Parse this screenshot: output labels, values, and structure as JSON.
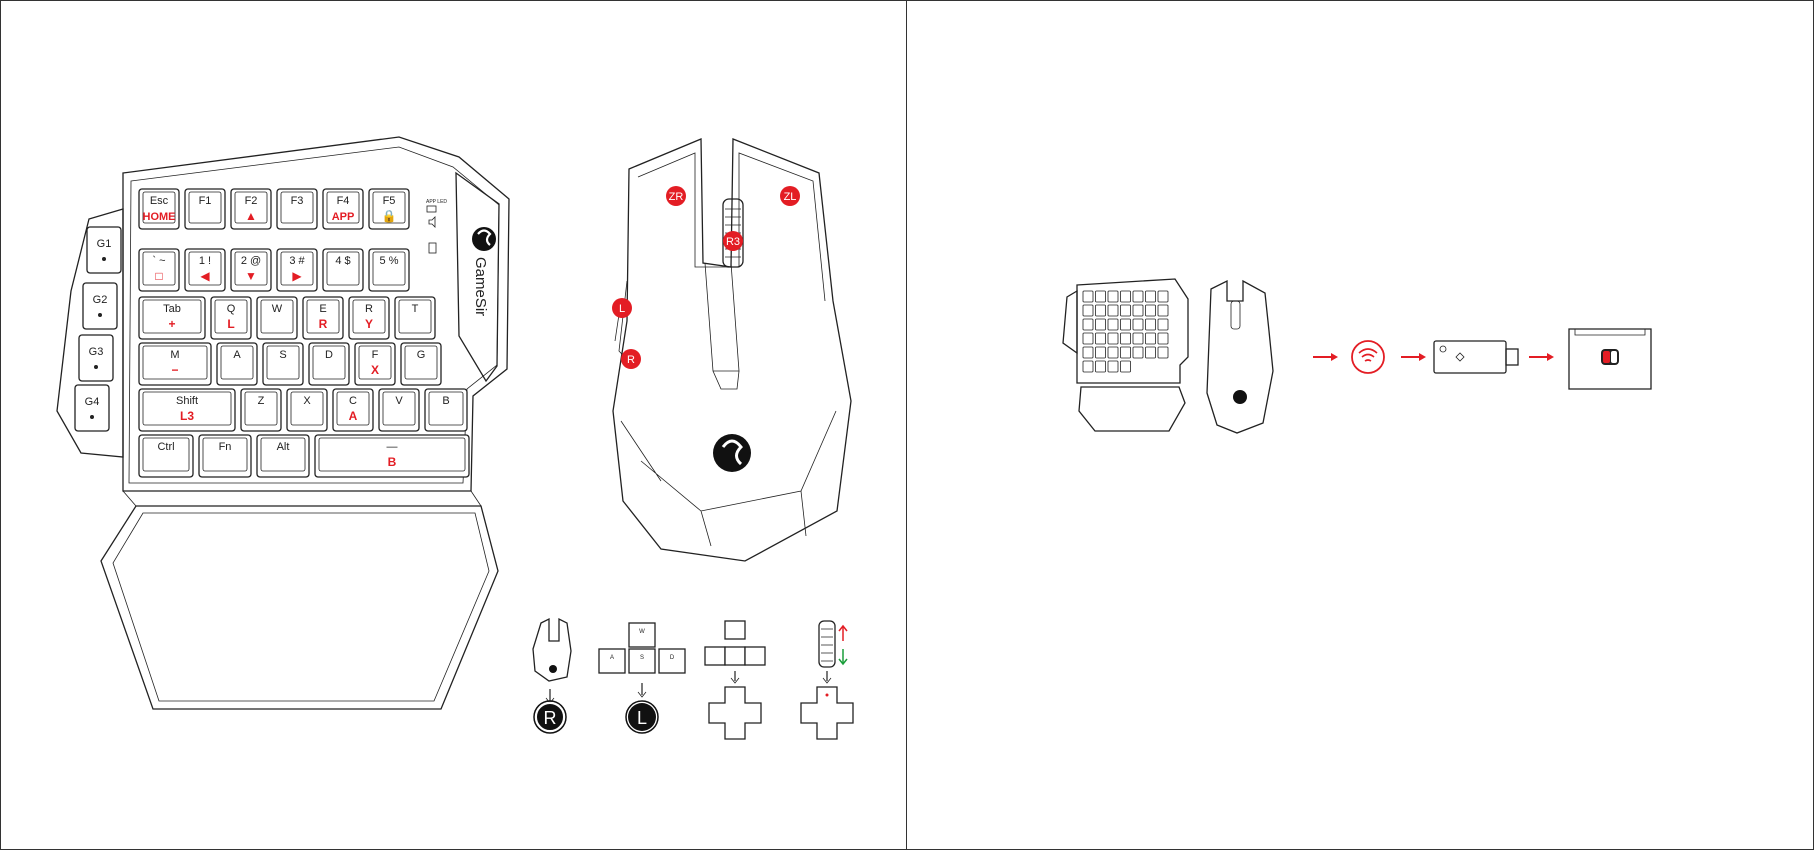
{
  "brand": {
    "name": "GameSir",
    "logo_icon": "gamesir-logo-icon"
  },
  "colors": {
    "accent": "#e31d24",
    "outline": "#222222",
    "arrow_up": "#e31d24",
    "arrow_down": "#1a9e3a"
  },
  "keyboard": {
    "gkeys": [
      {
        "label": "G1",
        "icon": "mouse-icon"
      },
      {
        "label": "G2",
        "icon": "mouse-icon"
      },
      {
        "label": "G3",
        "icon": "sun-icon"
      },
      {
        "label": "G4",
        "icon": "sun-icon"
      }
    ],
    "indicators": [
      "APP LED",
      "volume-icon",
      "battery-icon"
    ],
    "rows": [
      [
        {
          "top": "Esc",
          "mapping": "HOME"
        },
        {
          "top": "F1",
          "mapping": ""
        },
        {
          "top": "F2",
          "mapping": "▲"
        },
        {
          "top": "F3",
          "mapping": ""
        },
        {
          "top": "F4",
          "mapping": "APP"
        },
        {
          "top": "F5",
          "mapping": "🔒"
        }
      ],
      [
        {
          "top": "` ~",
          "mapping": "□"
        },
        {
          "top": "1 !",
          "mapping": "◀"
        },
        {
          "top": "2 @",
          "mapping": "▼"
        },
        {
          "top": "3 #",
          "mapping": "▶"
        },
        {
          "top": "4 $",
          "mapping": ""
        },
        {
          "top": "5 %",
          "mapping": ""
        }
      ],
      [
        {
          "top": "Tab",
          "mapping": "+"
        },
        {
          "top": "Q",
          "mapping": "L"
        },
        {
          "top": "W",
          "mapping": ""
        },
        {
          "top": "E",
          "mapping": "R"
        },
        {
          "top": "R",
          "mapping": "Y"
        },
        {
          "top": "T",
          "mapping": ""
        }
      ],
      [
        {
          "top": "M",
          "mapping": "−"
        },
        {
          "top": "A",
          "mapping": ""
        },
        {
          "top": "S",
          "mapping": ""
        },
        {
          "top": "D",
          "mapping": ""
        },
        {
          "top": "F",
          "mapping": "X"
        },
        {
          "top": "G",
          "mapping": ""
        }
      ],
      [
        {
          "top": "Shift",
          "mapping": "L3"
        },
        {
          "top": "Z",
          "mapping": ""
        },
        {
          "top": "X",
          "mapping": ""
        },
        {
          "top": "C",
          "mapping": "A"
        },
        {
          "top": "V",
          "mapping": ""
        },
        {
          "top": "B",
          "mapping": ""
        }
      ],
      [
        {
          "top": "Ctrl",
          "mapping": ""
        },
        {
          "top": "Fn",
          "mapping": ""
        },
        {
          "top": "Alt",
          "mapping": ""
        },
        {
          "top": "—",
          "mapping": "B"
        }
      ]
    ]
  },
  "mouse": {
    "badges": [
      {
        "label": "ZR"
      },
      {
        "label": "ZL"
      },
      {
        "label": "R3"
      },
      {
        "label": "L"
      },
      {
        "label": "R"
      }
    ]
  },
  "legend": {
    "items": [
      {
        "from": "mouse-icon",
        "result": "R"
      },
      {
        "from": "wasd-keys",
        "keys": [
          "W",
          "A",
          "S",
          "D"
        ],
        "result": "L"
      },
      {
        "from": "arrow-keys",
        "result": "dpad-icon"
      },
      {
        "from": "scroll-wheel-icon",
        "result": "dpad-icon"
      }
    ]
  },
  "connection": {
    "steps": [
      "keyboard-mouse-set",
      "wireless-icon",
      "usb-receiver",
      "switch-console"
    ]
  }
}
